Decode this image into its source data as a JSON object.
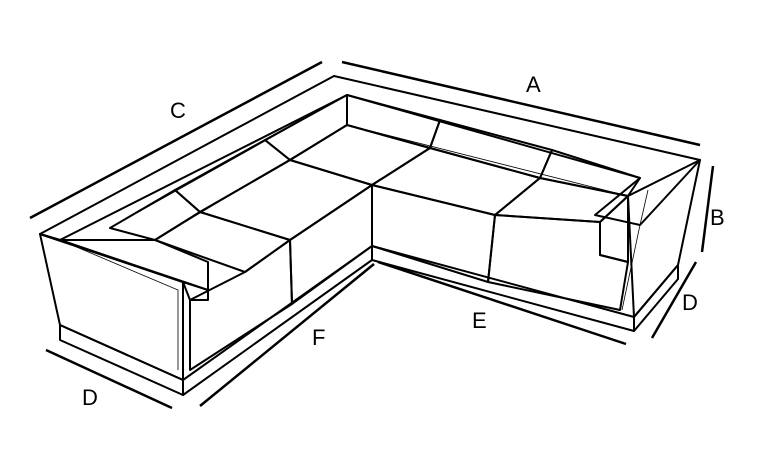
{
  "diagram": {
    "colors": {
      "fabric": "#d3d3d3",
      "fabric_dark": "#b9b9b9",
      "fabric_light": "#e2e2e2",
      "outline": "#000000",
      "background": "#ffffff"
    },
    "dimensions": [
      {
        "id": "A",
        "label": "A"
      },
      {
        "id": "B",
        "label": "B"
      },
      {
        "id": "C",
        "label": "C"
      },
      {
        "id": "D_right",
        "label": "D"
      },
      {
        "id": "D_left",
        "label": "D"
      },
      {
        "id": "E",
        "label": "E"
      },
      {
        "id": "F",
        "label": "F"
      }
    ]
  }
}
